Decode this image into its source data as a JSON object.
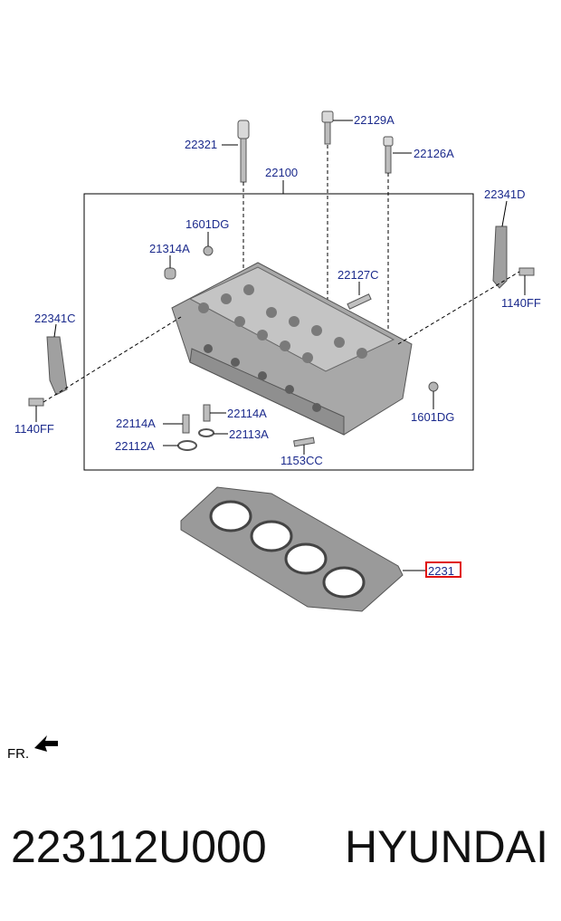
{
  "callouts": {
    "c22321": "22321",
    "c22129A": "22129A",
    "c22100": "22100",
    "c22126A": "22126A",
    "c22341D": "22341D",
    "c1601DG_top": "1601DG",
    "c21314A": "21314A",
    "c22127C": "22127C",
    "c1140FF_right": "1140FF",
    "c22341C": "22341C",
    "c1601DG_right": "1601DG",
    "c22114A_left": "22114A",
    "c22114A_right": "22114A",
    "c22112A": "22112A",
    "c22113A": "22113A",
    "c1140FF_left": "1140FF",
    "c1153CC": "1153CC",
    "c22311_highlighted": "2231"
  },
  "direction_label": "FR.",
  "footer": {
    "part_number": "223112U000",
    "brand": "HYUNDAI"
  },
  "colors": {
    "callout_text": "#1b2a8c",
    "highlight": "#e01010",
    "part_gray": "#9a9a9a"
  }
}
